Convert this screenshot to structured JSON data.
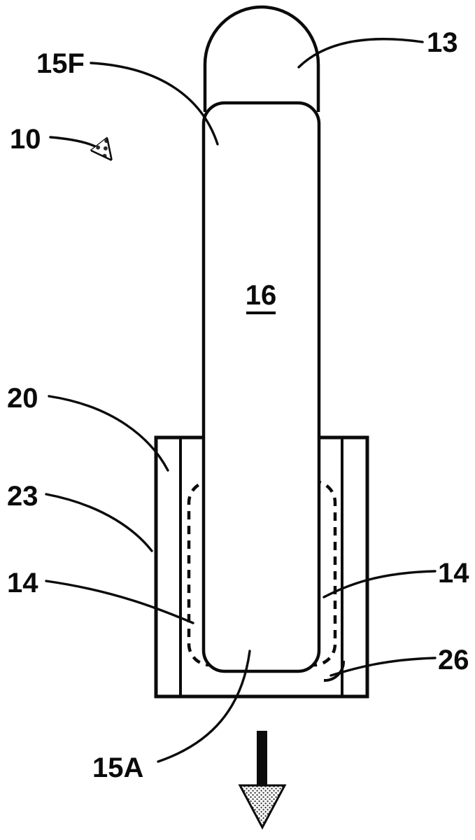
{
  "figure": {
    "labels": {
      "ref10": "10",
      "ref13": "13",
      "ref14_left": "14",
      "ref14_right": "14",
      "ref15A": "15A",
      "ref15F": "15F",
      "ref16": "16",
      "ref20": "20",
      "ref23": "23",
      "ref26": "26"
    },
    "colors": {
      "ink": "#0b0b0b",
      "background": "#ffffff"
    }
  }
}
